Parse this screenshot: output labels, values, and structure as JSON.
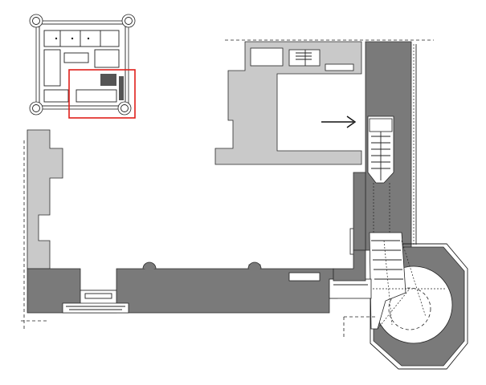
{
  "plan": {
    "colors": {
      "wall_dark": "#7a7a7a",
      "wall_light": "#c9c9c9",
      "outline": "#2a2a2a",
      "highlight_box": "#e0201b",
      "background": "#ffffff"
    },
    "inset": {
      "description_label": "",
      "features": [
        "corner-towers",
        "central-court",
        "highlighted-area"
      ]
    },
    "arrow": {
      "direction": "right"
    }
  }
}
